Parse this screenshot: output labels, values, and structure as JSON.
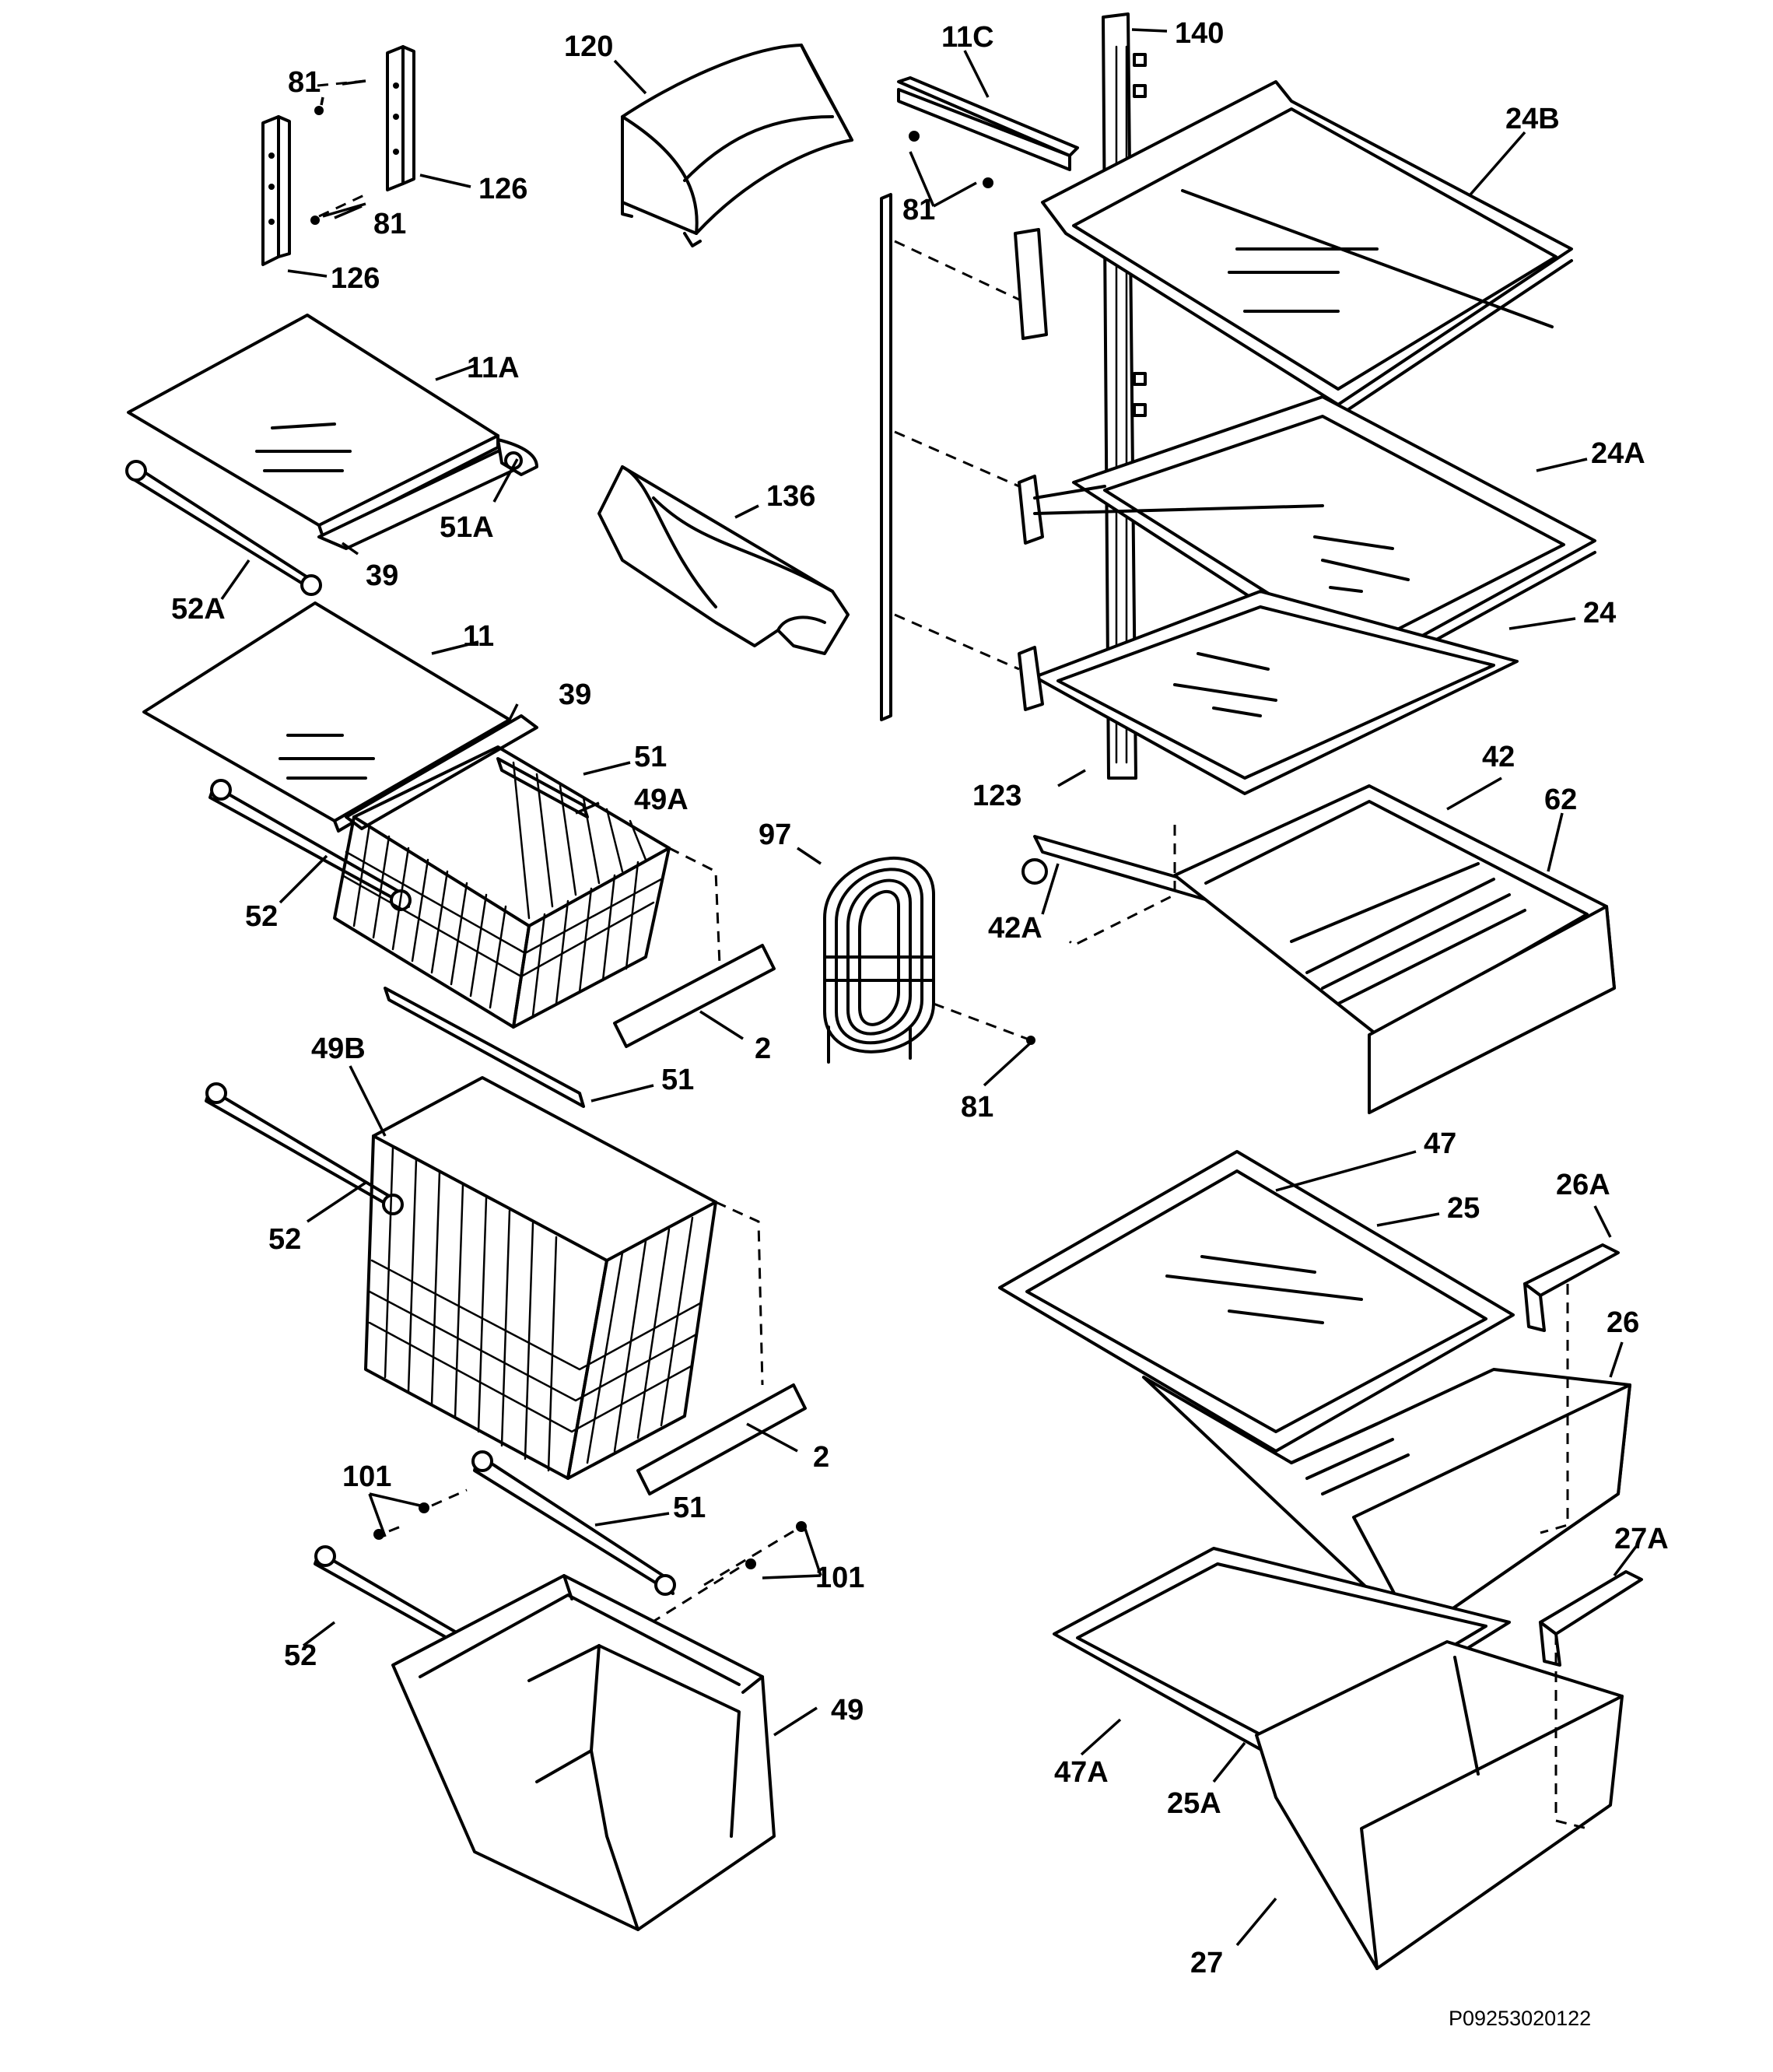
{
  "diagram": {
    "part_labels": [
      "81",
      "126",
      "81",
      "126",
      "120",
      "11C",
      "140",
      "24B",
      "81",
      "11A",
      "51A",
      "52A",
      "39",
      "136",
      "24A",
      "24",
      "11",
      "39",
      "51",
      "49A",
      "123",
      "42",
      "62",
      "97",
      "52",
      "42A",
      "2",
      "51",
      "81",
      "49B",
      "52",
      "47",
      "25",
      "26A",
      "26",
      "2",
      "101",
      "51",
      "101",
      "52",
      "49",
      "27A",
      "47A",
      "25A",
      "27"
    ],
    "drawing_code": "P09253020122"
  }
}
